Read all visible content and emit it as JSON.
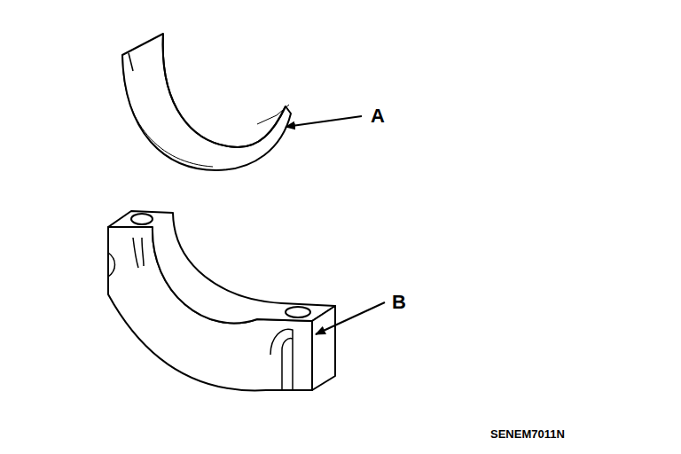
{
  "diagram": {
    "labels": [
      "A",
      "B",
      "SENEM7011N"
    ]
  }
}
